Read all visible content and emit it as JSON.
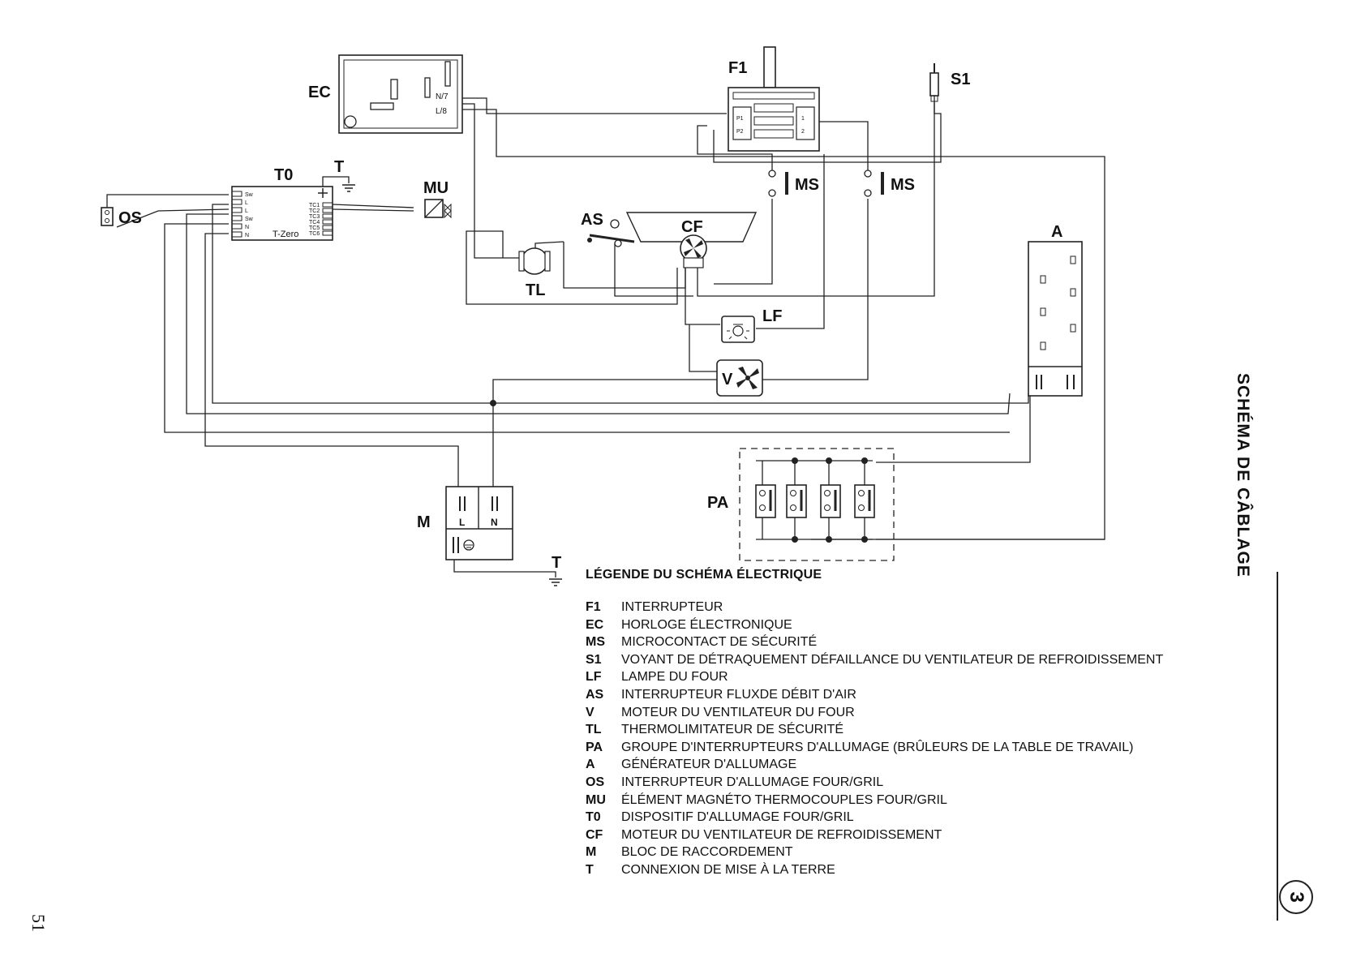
{
  "diagram": {
    "labels": {
      "ec": "EC",
      "n7": "N/7",
      "l8": "L/8",
      "f1": "F1",
      "s1": "S1",
      "t0": "T0",
      "t_top": "T",
      "tzero": "T-Zero",
      "mu": "MU",
      "os": "OS",
      "ms1": "MS",
      "ms2": "MS",
      "as": "AS",
      "cf": "CF",
      "tl": "TL",
      "a": "A",
      "lf": "LF",
      "v": "V",
      "pa": "PA",
      "m": "M",
      "m_l": "L",
      "m_n": "N",
      "t_bottom": "T",
      "t0_left_pins": [
        "Sw",
        "L",
        "L",
        "Sw",
        "N",
        "N"
      ],
      "t0_right_pins": [
        "TC1",
        "TC2",
        "TC3",
        "TC4",
        "TC5",
        "TC6"
      ],
      "f1_contacts": [
        "P1",
        "P2",
        "1",
        "2"
      ]
    }
  },
  "legend": {
    "title": "LÉGENDE DU SCHÉMA ÉLECTRIQUE",
    "items": [
      {
        "code": "F1",
        "text": "INTERRUPTEUR"
      },
      {
        "code": "EC",
        "text": "HORLOGE ÉLECTRONIQUE"
      },
      {
        "code": "MS",
        "text": "MICROCONTACT DE SÉCURITÉ"
      },
      {
        "code": "S1",
        "text": "VOYANT DE DÉTRAQUEMENT DÉFAILLANCE DU VENTILATEUR DE REFROIDISSEMENT"
      },
      {
        "code": "LF",
        "text": "LAMPE DU FOUR"
      },
      {
        "code": "AS",
        "text": "INTERRUPTEUR FLUXDE DÉBIT D'AIR"
      },
      {
        "code": "V",
        "text": "MOTEUR DU VENTILATEUR DU FOUR"
      },
      {
        "code": "TL",
        "text": "THERMOLIMITATEUR DE SÉCURITÉ"
      },
      {
        "code": "PA",
        "text": "GROUPE D'INTERRUPTEURS D'ALLUMAGE (BRÛLEURS DE LA TABLE DE TRAVAIL)"
      },
      {
        "code": "A",
        "text": "GÉNÉRATEUR D'ALLUMAGE"
      },
      {
        "code": "OS",
        "text": "INTERRUPTEUR D'ALLUMAGE FOUR/GRIL"
      },
      {
        "code": "MU",
        "text": "ÉLÉMENT MAGNÉTO THERMOCOUPLES FOUR/GRIL"
      },
      {
        "code": "T0",
        "text": "DISPOSITIF D'ALLUMAGE FOUR/GRIL"
      },
      {
        "code": "CF",
        "text": "MOTEUR DU VENTILATEUR DE REFROIDISSEMENT"
      },
      {
        "code": "M",
        "text": "BLOC DE RACCORDEMENT"
      },
      {
        "code": "T",
        "text": "CONNEXION DE MISE À LA TERRE"
      }
    ]
  },
  "side_title": "SCHÉMA DE CÂBLAGE",
  "chapter_number": "3",
  "page_number": "51"
}
